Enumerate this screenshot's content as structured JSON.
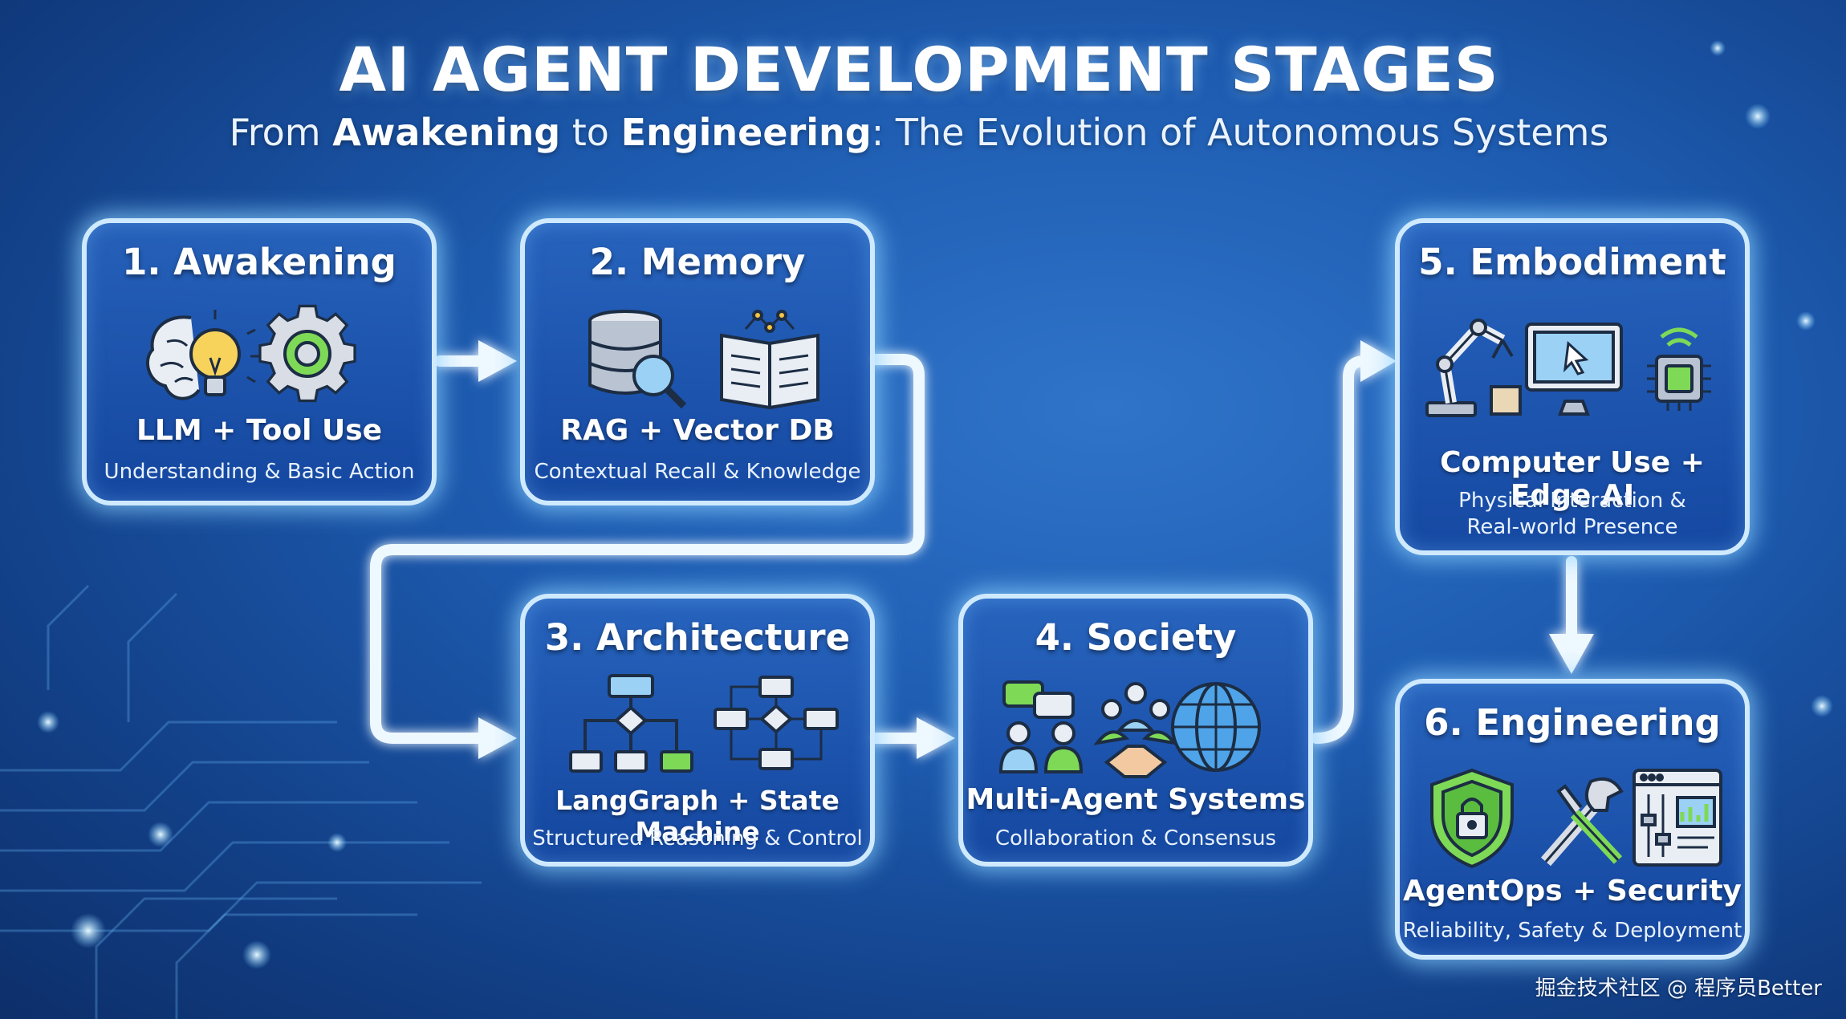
{
  "header": {
    "title": "AI AGENT DEVELOPMENT STAGES",
    "subtitle_prefix": "From ",
    "subtitle_bold_1": "Awakening",
    "subtitle_mid": " to ",
    "subtitle_bold_2": "Engineering",
    "subtitle_suffix": ": The Evolution of Autonomous Systems"
  },
  "stages": [
    {
      "title": "1. Awakening",
      "tech": "LLM + Tool Use",
      "desc": "Understanding & Basic Action",
      "icons": [
        "brain-lightbulb-icon",
        "gear-icon"
      ]
    },
    {
      "title": "2. Memory",
      "tech": "RAG + Vector DB",
      "desc": "Contextual Recall & Knowledge",
      "icons": [
        "database-search-icon",
        "open-book-network-icon"
      ]
    },
    {
      "title": "3. Architecture",
      "tech": "LangGraph + State Machine",
      "desc": "Structured Reasoning & Control",
      "icons": [
        "flowchart-tree-icon",
        "flowchart-loop-icon"
      ]
    },
    {
      "title": "4. Society",
      "tech": "Multi-Agent Systems",
      "desc": "Collaboration & Consensus",
      "icons": [
        "chatting-people-icon",
        "handshake-group-icon",
        "globe-icon"
      ]
    },
    {
      "title": "5. Embodiment",
      "tech": "Computer Use + Edge AI",
      "desc_line1": "Physical Interaction &",
      "desc_line2": "Real-world Presence",
      "icons": [
        "robot-arm-icon",
        "monitor-cursor-icon",
        "chip-wifi-icon"
      ]
    },
    {
      "title": "6. Engineering",
      "tech": "AgentOps + Security",
      "desc": "Reliability, Safety & Deployment",
      "icons": [
        "shield-lock-icon",
        "wrench-screwdriver-icon",
        "dashboard-sliders-icon"
      ]
    }
  ],
  "watermark": "掘金技术社区 @ 程序员Better",
  "colors": {
    "background": "#1d5bb0",
    "glow": "#cfeaff",
    "accent_green": "#7ed957"
  }
}
